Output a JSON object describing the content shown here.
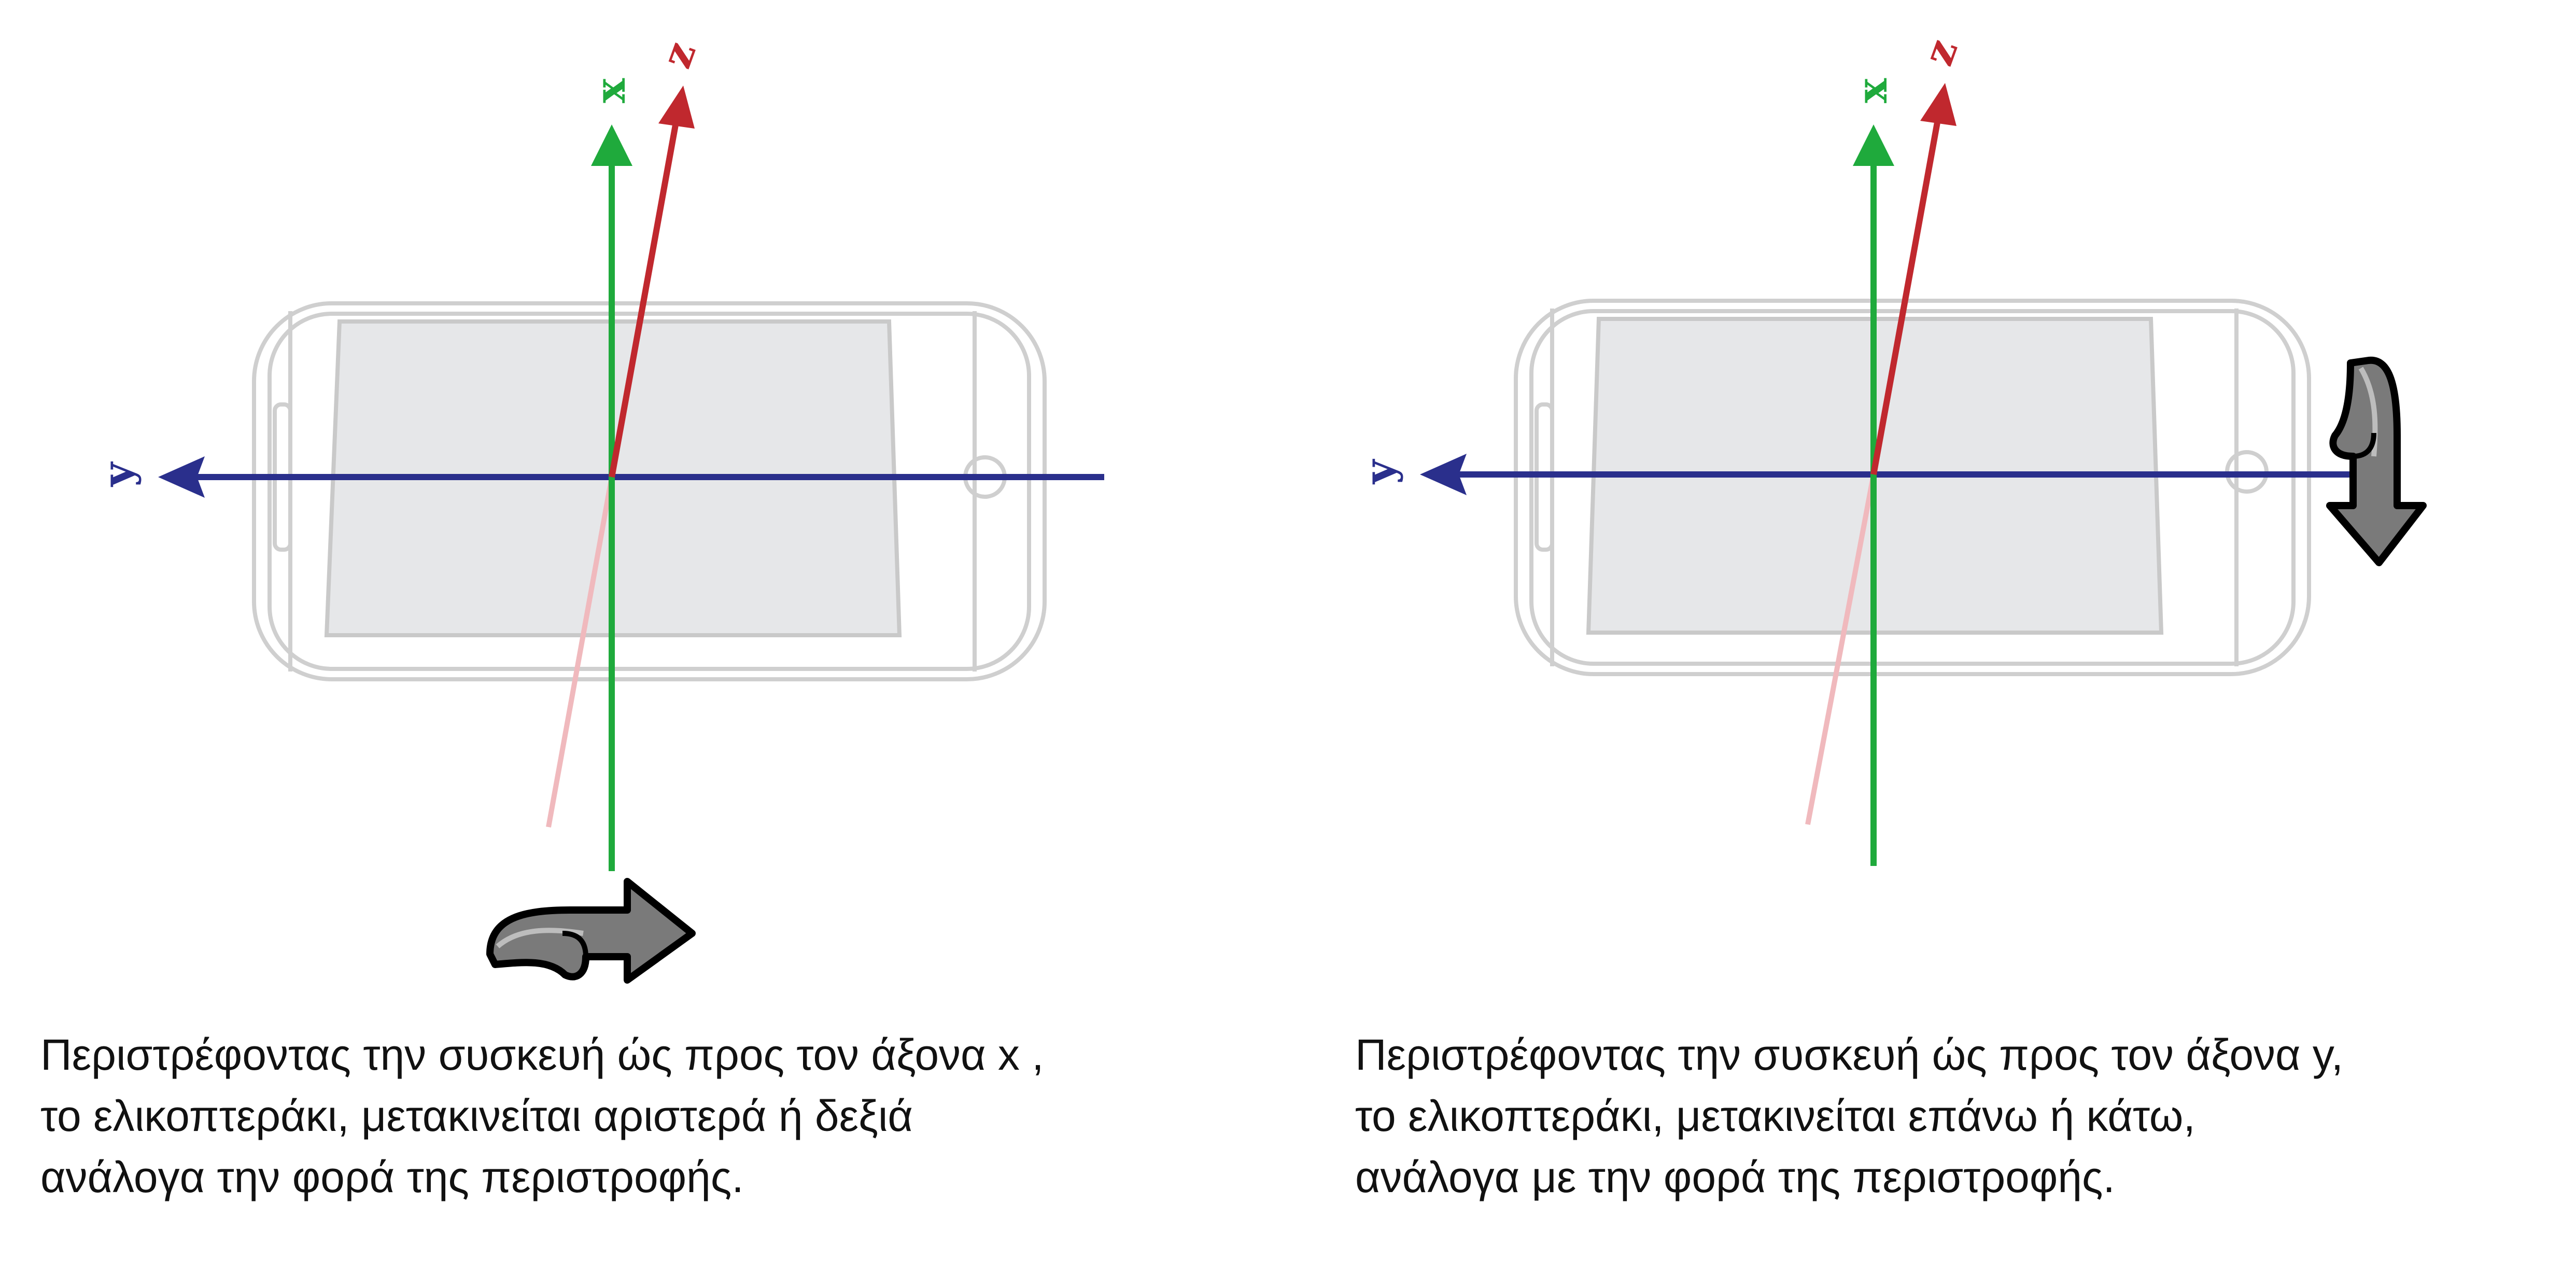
{
  "diagrams": [
    {
      "id": "x-axis-rotation",
      "axis_labels": {
        "x": "x",
        "y": "y",
        "z": "z"
      },
      "rotation_arrow_icon": "curved-arrow-right-icon",
      "caption_lines": [
        "Περιστρέφοντας την συσκευή ώς προς τον άξονα x ,",
        "το ελικοπτεράκι, μετακινείται αριστερά ή δεξιά",
        "ανάλογα την φορά της περιστροφής."
      ]
    },
    {
      "id": "y-axis-rotation",
      "axis_labels": {
        "x": "x",
        "y": "y",
        "z": "z"
      },
      "rotation_arrow_icon": "curved-arrow-down-icon",
      "caption_lines": [
        "Περιστρέφοντας την συσκευή ώς προς τον άξονα y,",
        "το ελικοπτεράκι, μετακινείται επάνω ή κάτω,",
        "ανάλογα με την φορά της περιστροφής."
      ]
    }
  ],
  "colors": {
    "x_axis": "#1faa3c",
    "y_axis": "#2a2f8c",
    "z_axis": "#c0282e",
    "phone_outline": "#cfcfcf",
    "screen_fill": "#e6e7e9",
    "rotation_arrow_fill": "#7a7a7a"
  }
}
